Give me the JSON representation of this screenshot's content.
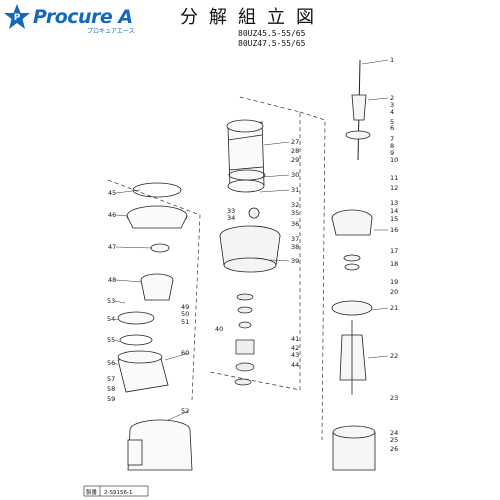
{
  "brand": {
    "name": "Procure A",
    "tagline": "プロキュアエース"
  },
  "title": "分解組立図",
  "models": [
    "80UZ45.5-55/65",
    "80UZ47.5-55/65"
  ],
  "footer": {
    "label": "製番",
    "code": "2-S9156-1"
  },
  "part_numbers": [
    "1",
    "2",
    "3",
    "4",
    "5",
    "6",
    "7",
    "8",
    "9",
    "10",
    "11",
    "12",
    "13",
    "14",
    "15",
    "16",
    "17",
    "18",
    "19",
    "20",
    "21",
    "22",
    "23",
    "24",
    "25",
    "26",
    "27",
    "28",
    "29",
    "30",
    "31",
    "32",
    "33",
    "34",
    "35",
    "36",
    "37",
    "38",
    "39",
    "40",
    "41",
    "42",
    "43",
    "44",
    "45",
    "46",
    "47",
    "48",
    "49",
    "50",
    "51",
    "52",
    "53",
    "54",
    "55",
    "56",
    "57",
    "58",
    "59",
    "60"
  ],
  "colors": {
    "brand": "#1668b8",
    "ink": "#111111"
  }
}
